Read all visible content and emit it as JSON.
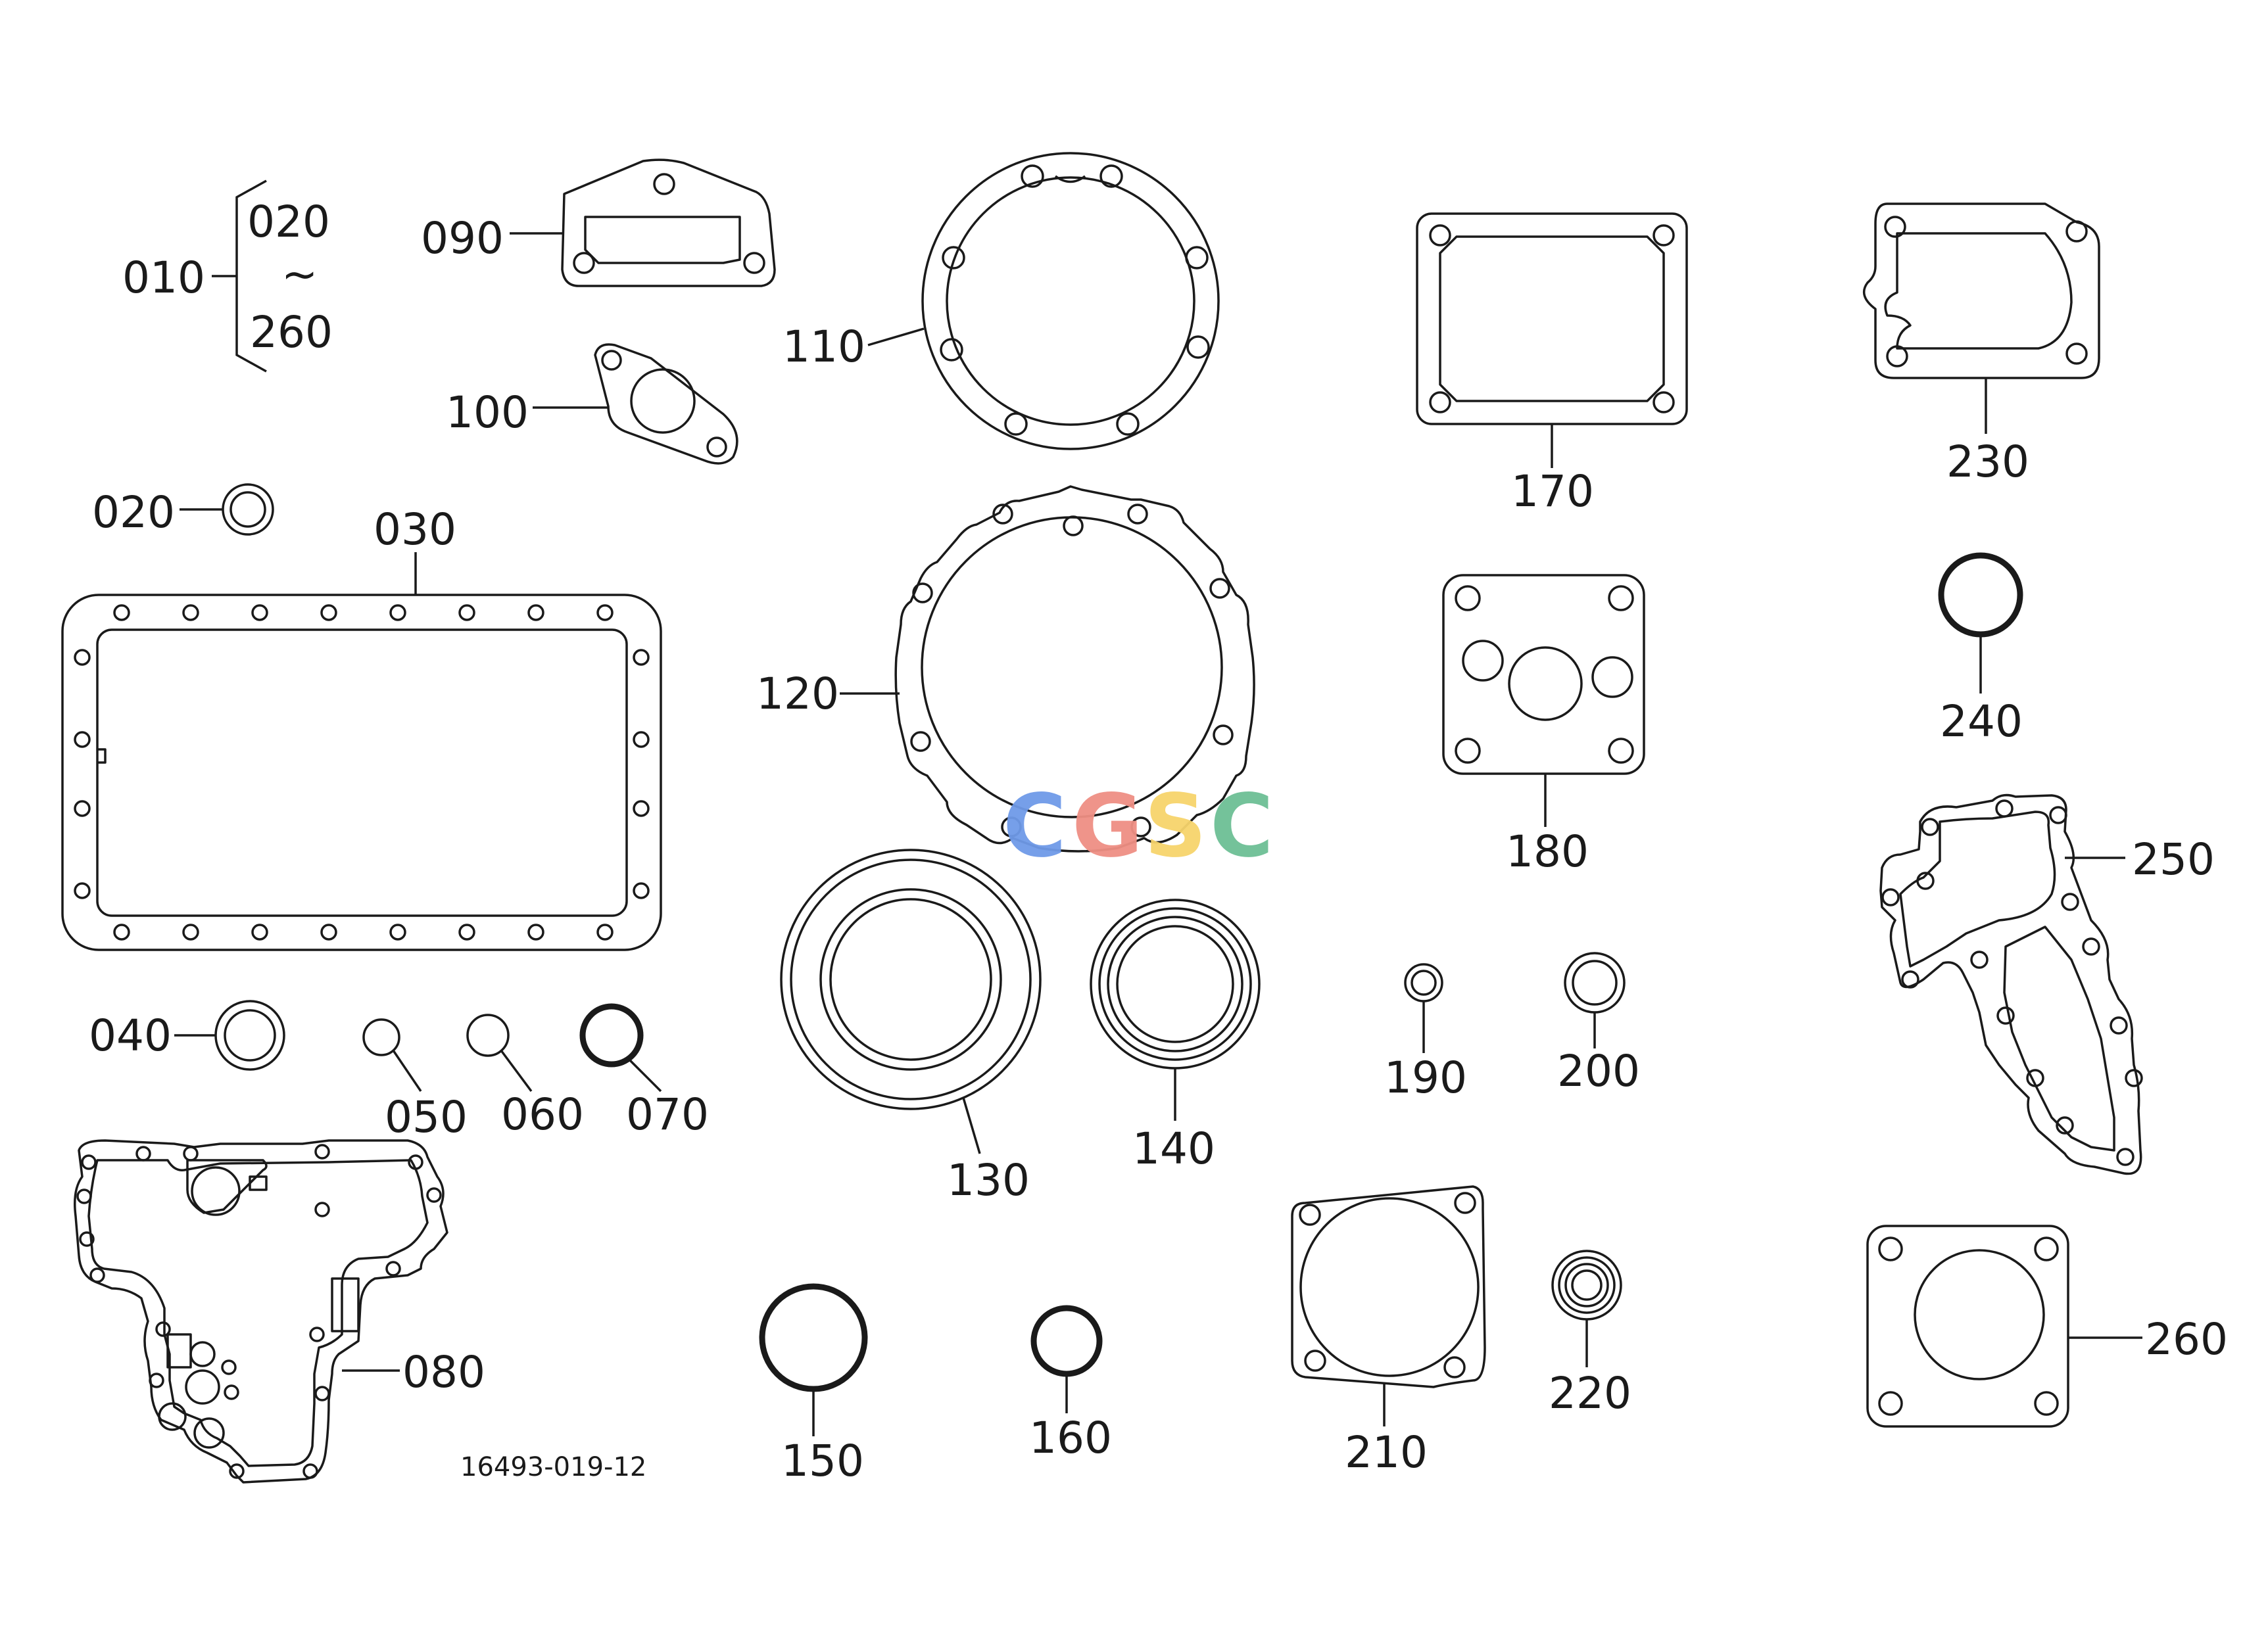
{
  "labels": {
    "p010": "010",
    "p020_range": "020",
    "tilde": "~",
    "p260_range": "260",
    "p020": "020",
    "p030": "030",
    "p040": "040",
    "p050": "050",
    "p060": "060",
    "p070": "070",
    "p080": "080",
    "p090": "090",
    "p100": "100",
    "p110": "110",
    "p120": "120",
    "p130": "130",
    "p140": "140",
    "p150": "150",
    "p160": "160",
    "p170": "170",
    "p180": "180",
    "p190": "190",
    "p200": "200",
    "p210": "210",
    "p220": "220",
    "p230": "230",
    "p240": "240",
    "p250": "250",
    "p260": "260"
  },
  "drawing_code": "16493-019-12",
  "watermark": {
    "letters": [
      "C",
      "G",
      "S",
      "C"
    ],
    "colors": [
      "#6f9ae8",
      "#ef8f84",
      "#f7d46c",
      "#6dbf95"
    ]
  },
  "colors": {
    "line": "#1a1a1a",
    "background": "#ffffff"
  }
}
